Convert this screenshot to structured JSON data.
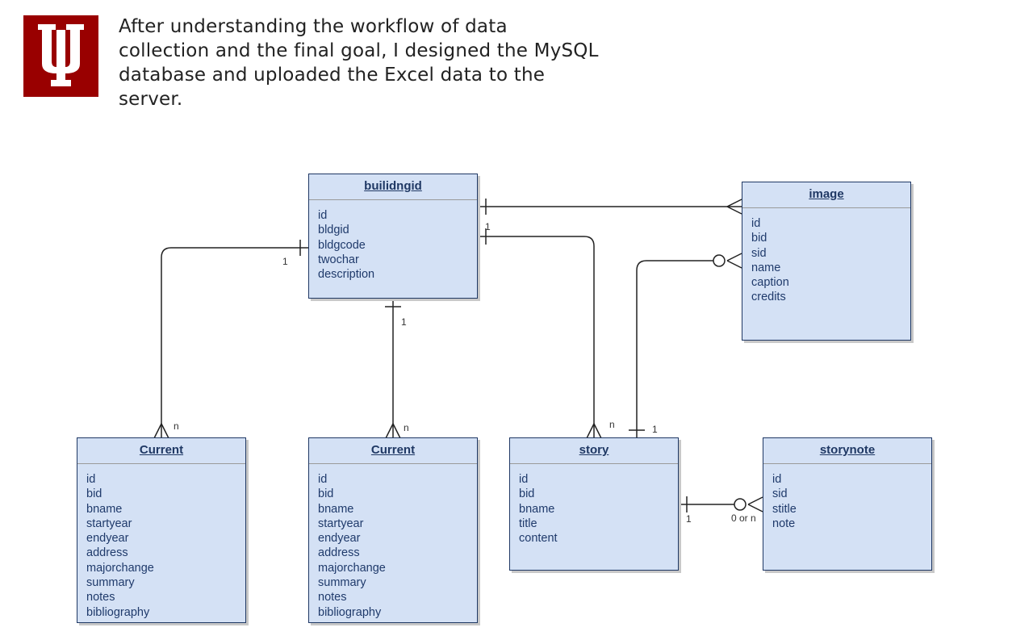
{
  "intro": {
    "lines": [
      "After understanding the workflow of data",
      "collection and the final goal, I designed the MySQL",
      "database and uploaded the Excel data to the",
      "server."
    ]
  },
  "colors": {
    "logo_background": "#990000",
    "entity_fill": "#d4e1f5",
    "entity_border": "#1f3864",
    "connector": "#222222"
  },
  "entities": {
    "buildingid": {
      "title": "builidngid",
      "fields": [
        "id",
        "bldgid",
        "bldgcode",
        "twochar",
        "description"
      ]
    },
    "image": {
      "title": "image",
      "fields": [
        "id",
        "bid",
        "sid",
        "name",
        "caption",
        "credits"
      ]
    },
    "current_a": {
      "title": "Current",
      "fields": [
        "id",
        "bid",
        "bname",
        "startyear",
        "endyear",
        "address",
        "majorchange",
        "summary",
        "notes",
        "bibliography"
      ]
    },
    "current_b": {
      "title": "Current",
      "fields": [
        "id",
        "bid",
        "bname",
        "startyear",
        "endyear",
        "address",
        "majorchange",
        "summary",
        "notes",
        "bibliography"
      ]
    },
    "story": {
      "title": "story",
      "fields": [
        "id",
        "bid",
        "bname",
        "title",
        "content"
      ]
    },
    "storynote": {
      "title": "storynote",
      "fields": [
        "id",
        "sid",
        "stitle",
        "note"
      ]
    }
  },
  "cardinality": {
    "building_current_a_one": "1",
    "building_current_a_many": "n",
    "building_current_b_one": "1",
    "building_current_b_many": "n",
    "building_story_one": "1",
    "building_story_many": "n",
    "image_story_one": "1",
    "story_storynote_one": "1",
    "story_storynote_many": "0 or n"
  }
}
